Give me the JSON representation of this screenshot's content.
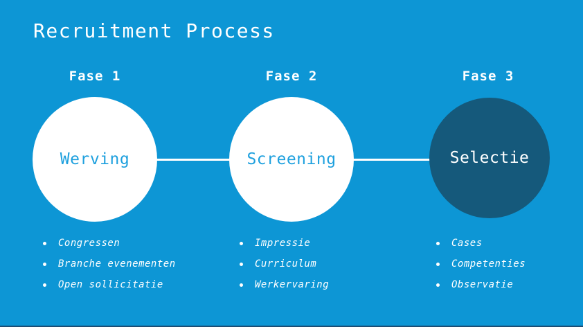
{
  "title": "Recruitment Process",
  "colors": {
    "background": "#0D96D5",
    "light_circle_fill": "#FFFFFF",
    "light_circle_text": "#1EA0DE",
    "dark_circle_fill": "#15597B",
    "text": "#FFFFFF"
  },
  "phases": [
    {
      "label": "Fase 1",
      "circle": "Werving",
      "items": [
        "Congressen",
        "Branche evenementen",
        "Open sollicitatie"
      ]
    },
    {
      "label": "Fase 2",
      "circle": "Screening",
      "items": [
        "Impressie",
        "Curriculum",
        "Werkervaring"
      ]
    },
    {
      "label": "Fase 3",
      "circle": "Selectie",
      "items": [
        "Cases",
        "Competenties",
        "Observatie"
      ]
    }
  ]
}
